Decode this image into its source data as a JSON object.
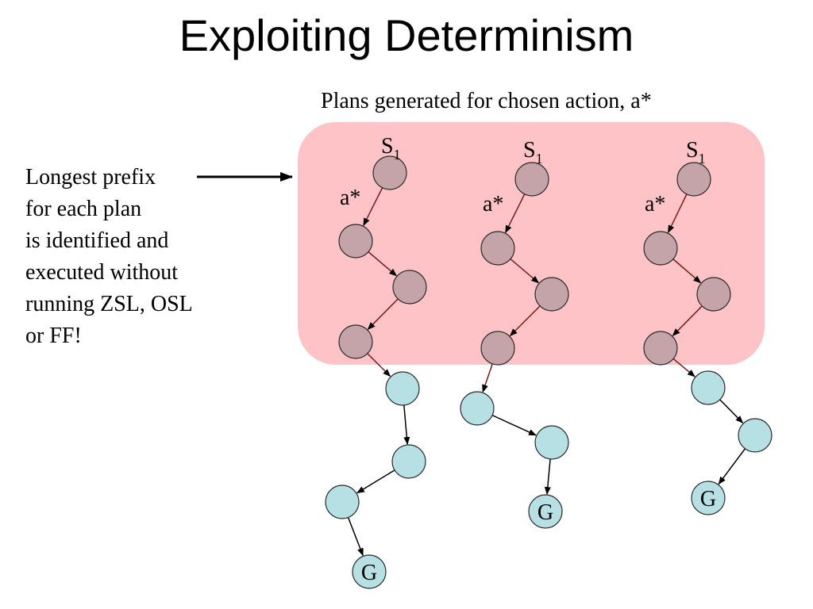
{
  "title": "Exploiting Determinism",
  "caption": "Plans generated for chosen action, a*",
  "side_text": {
    "lines": [
      "Longest prefix",
      "for each plan",
      "is identified and",
      "executed without",
      "running ZSL, OSL",
      "or FF!"
    ]
  },
  "labels": {
    "state": "S",
    "state_sub": "1",
    "action": "a*",
    "goal": "G"
  },
  "colors": {
    "prefix_region": "#fdc3c6",
    "prefix_node": "#c4a4a8",
    "suffix_node": "#b6e0e3",
    "node_outline": "#2a2a2a",
    "arrow": "#000000"
  }
}
